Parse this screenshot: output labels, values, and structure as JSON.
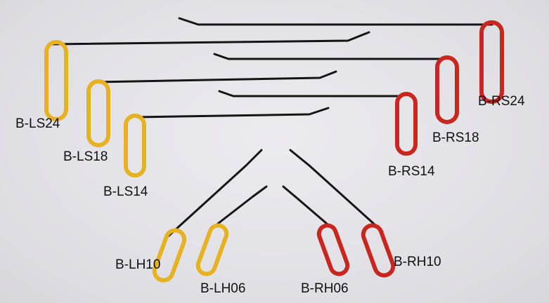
{
  "colors": {
    "yellow_handle": "#e7b221",
    "yellow_handle_dark": "#b98508",
    "red_handle": "#c8271f",
    "red_handle_dark": "#8e1410",
    "rod": "#151515",
    "background": "#e4e3e8"
  },
  "tools": [
    {
      "label": "B-LS24",
      "handle": "yellow"
    },
    {
      "label": "B-LS18",
      "handle": "yellow"
    },
    {
      "label": "B-LS14",
      "handle": "yellow"
    },
    {
      "label": "B-RS24",
      "handle": "red"
    },
    {
      "label": "B-RS18",
      "handle": "red"
    },
    {
      "label": "B-RS14",
      "handle": "red"
    },
    {
      "label": "B-LH10",
      "handle": "yellow"
    },
    {
      "label": "B-LH06",
      "handle": "yellow"
    },
    {
      "label": "B-RH06",
      "handle": "red"
    },
    {
      "label": "B-RH10",
      "handle": "red"
    }
  ]
}
